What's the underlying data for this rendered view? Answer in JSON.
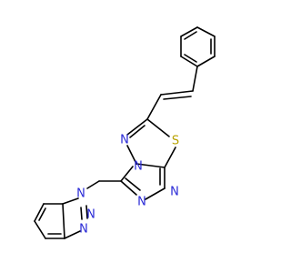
{
  "diagram": {
    "type": "chemical-structure",
    "colors": {
      "bond": "#000000",
      "nitrogen": "#2a2ad6",
      "sulfur": "#b8a200",
      "background": "#ffffff"
    },
    "atom_labels": {
      "n1": "N",
      "n2": "N",
      "n3": "N",
      "n4": "N",
      "n5": "N",
      "n6": "N",
      "n7": "N",
      "s1": "S"
    }
  }
}
